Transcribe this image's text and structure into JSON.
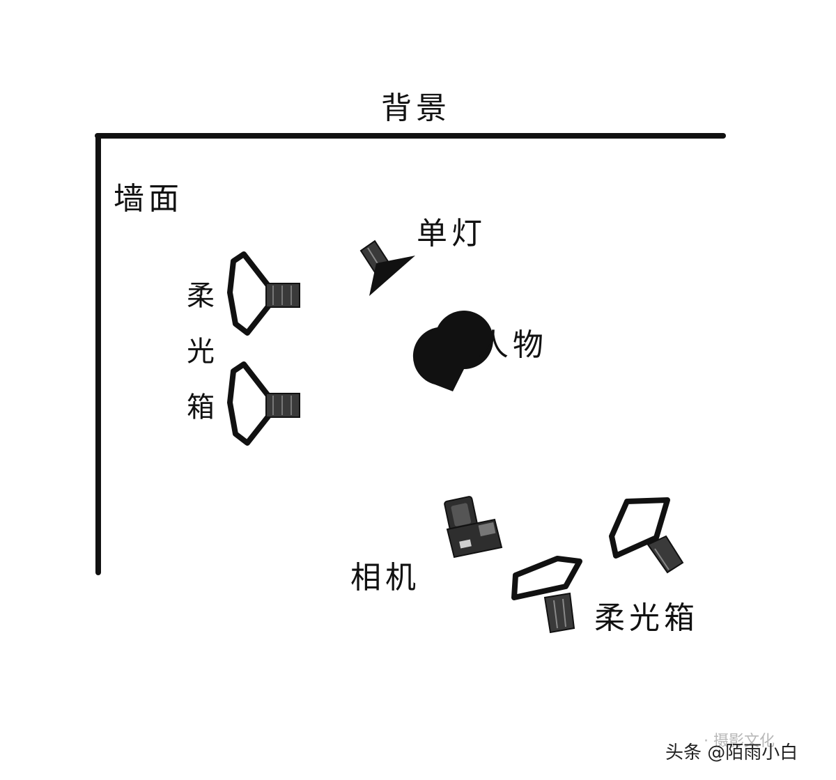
{
  "labels": {
    "background": "背景",
    "wall": "墙面",
    "single_light": "单灯",
    "subject": "人物",
    "camera": "相机",
    "softbox_left_chars": [
      "柔",
      "光",
      "箱"
    ],
    "softbox_right": "柔光箱"
  },
  "watermark": {
    "faint": "· 摄影文化",
    "text": "头条 @陌雨小白"
  },
  "icons": [
    "softbox-icon",
    "spotlight-icon",
    "subject-marker-icon",
    "camera-icon"
  ],
  "colors": {
    "ink": "#111111",
    "background": "#ffffff",
    "device_gray": "#3a3a3a"
  }
}
